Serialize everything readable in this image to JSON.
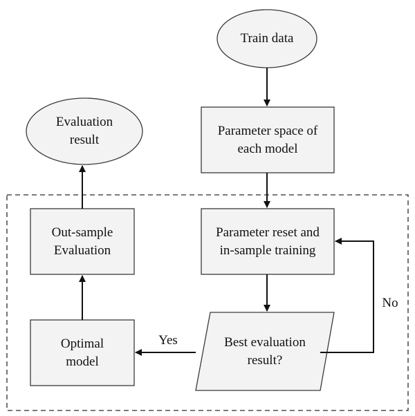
{
  "colors": {
    "stroke": "#3a3a3a",
    "node_fill": "#f3f3f3",
    "text": "#111111",
    "dashed_border": "#2a2a2a"
  },
  "nodes": {
    "train_data": {
      "shape": "ellipse",
      "label": "Train data"
    },
    "parameter_space": {
      "shape": "rectangle",
      "label": "Parameter space of\neach model"
    },
    "parameter_reset": {
      "shape": "rectangle",
      "label": "Parameter reset and\nin-sample training"
    },
    "best_evaluation": {
      "shape": "parallelogram",
      "label": "Best evaluation\nresult?"
    },
    "optimal_model": {
      "shape": "rectangle",
      "label": "Optimal\nmodel"
    },
    "out_sample": {
      "shape": "rectangle",
      "label": "Out-sample\nEvaluation"
    },
    "evaluation_result": {
      "shape": "ellipse",
      "label": "Evaluation\nresult"
    }
  },
  "edges": {
    "yes": {
      "from": "best_evaluation",
      "to": "optimal_model",
      "label": "Yes"
    },
    "no": {
      "from": "best_evaluation",
      "to": "parameter_reset",
      "label": "No"
    }
  }
}
